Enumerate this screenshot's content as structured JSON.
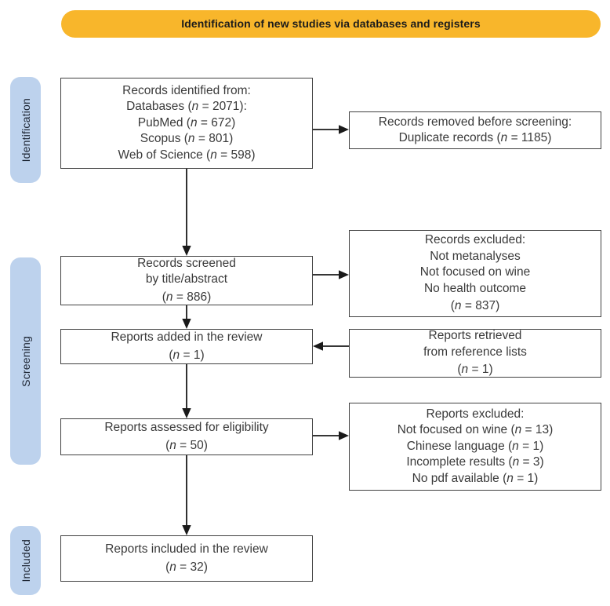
{
  "banner": {
    "title": "Identification of new studies via databases and registers"
  },
  "stages": {
    "identification": "Identification",
    "screening": "Screening",
    "included": "Included"
  },
  "boxes": {
    "records_identified": {
      "lines": [
        "Records identified from:",
        "Databases (n = 2071):",
        "PubMed (n = 672)",
        "Scopus (n = 801)",
        "Web of Science (n = 598)"
      ]
    },
    "records_removed": {
      "lines": [
        "Records removed before screening:",
        "Duplicate records (n = 1185)"
      ]
    },
    "records_screened": {
      "lines": [
        "Records screened",
        "by title/abstract",
        "(n = 886)"
      ]
    },
    "records_excluded": {
      "lines": [
        "Records excluded:",
        "Not metanalyses",
        "Not focused on wine",
        "No health outcome",
        "(n = 837)"
      ]
    },
    "reports_added": {
      "lines": [
        "Reports added in the review",
        "(n = 1)"
      ]
    },
    "reports_retrieved": {
      "lines": [
        "Reports retrieved",
        "from reference lists",
        "(n = 1)"
      ]
    },
    "reports_assessed": {
      "lines": [
        "Reports assessed for eligibility",
        "(n = 50)"
      ]
    },
    "reports_excluded": {
      "lines": [
        "Reports excluded:",
        "Not focused on wine (n = 13)",
        "Chinese language (n = 1)",
        "Incomplete results (n = 3)",
        "No pdf available (n = 1)"
      ]
    },
    "reports_included": {
      "lines": [
        "Reports included in the review",
        "(n = 32)"
      ]
    }
  },
  "colors": {
    "banner_bg": "#F8B62B",
    "stage_bg": "#BDD2ED",
    "box_border": "#414141",
    "arrow": "#1A1A1A"
  }
}
